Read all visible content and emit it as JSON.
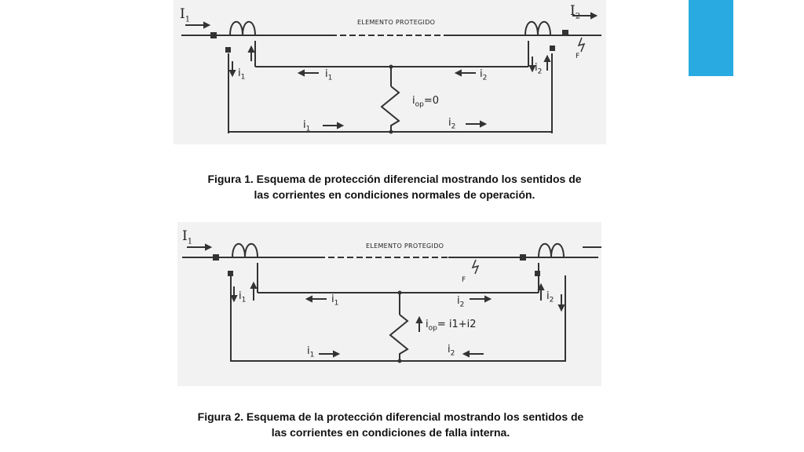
{
  "accent_color": "#29abe2",
  "figure1": {
    "protected_element_label": "ELEMENTO PROTEGIDO",
    "I1": "I",
    "I1_sub": "1",
    "I2": "I",
    "I2_sub": "2",
    "fault": "F",
    "i1_left": "i",
    "i1_left_sub": "1",
    "i1_top": "i",
    "i1_top_sub": "1",
    "i2_top": "i",
    "i2_top_sub": "2",
    "i2_right": "i",
    "i2_right_sub": "2",
    "iop": "i",
    "iop_sub": "op",
    "iop_value": "=0",
    "i1_bottom": "i",
    "i1_bottom_sub": "1",
    "i2_bottom": "i",
    "i2_bottom_sub": "2",
    "caption_line1": "Figura 1. Esquema de protección diferencial mostrando los sentidos de",
    "caption_line2": "las corrientes en condiciones normales de operación."
  },
  "figure2": {
    "protected_element_label": "ELEMENTO PROTEGIDO",
    "I1": "I",
    "I1_sub": "1",
    "fault": "F",
    "i1_left": "i",
    "i1_left_sub": "1",
    "i1_top": "i",
    "i1_top_sub": "1",
    "i2_top": "i",
    "i2_top_sub": "2",
    "i2_right": "i",
    "i2_right_sub": "2",
    "iop": "i",
    "iop_sub": "op",
    "iop_value": "= i1+i2",
    "i1_bottom": "i",
    "i1_bottom_sub": "1",
    "i2_bottom": "i",
    "i2_bottom_sub": "2",
    "caption_line1": "Figura 2. Esquema de la protección diferencial mostrando los sentidos de",
    "caption_line2": "las corrientes en condiciones de falla interna."
  }
}
